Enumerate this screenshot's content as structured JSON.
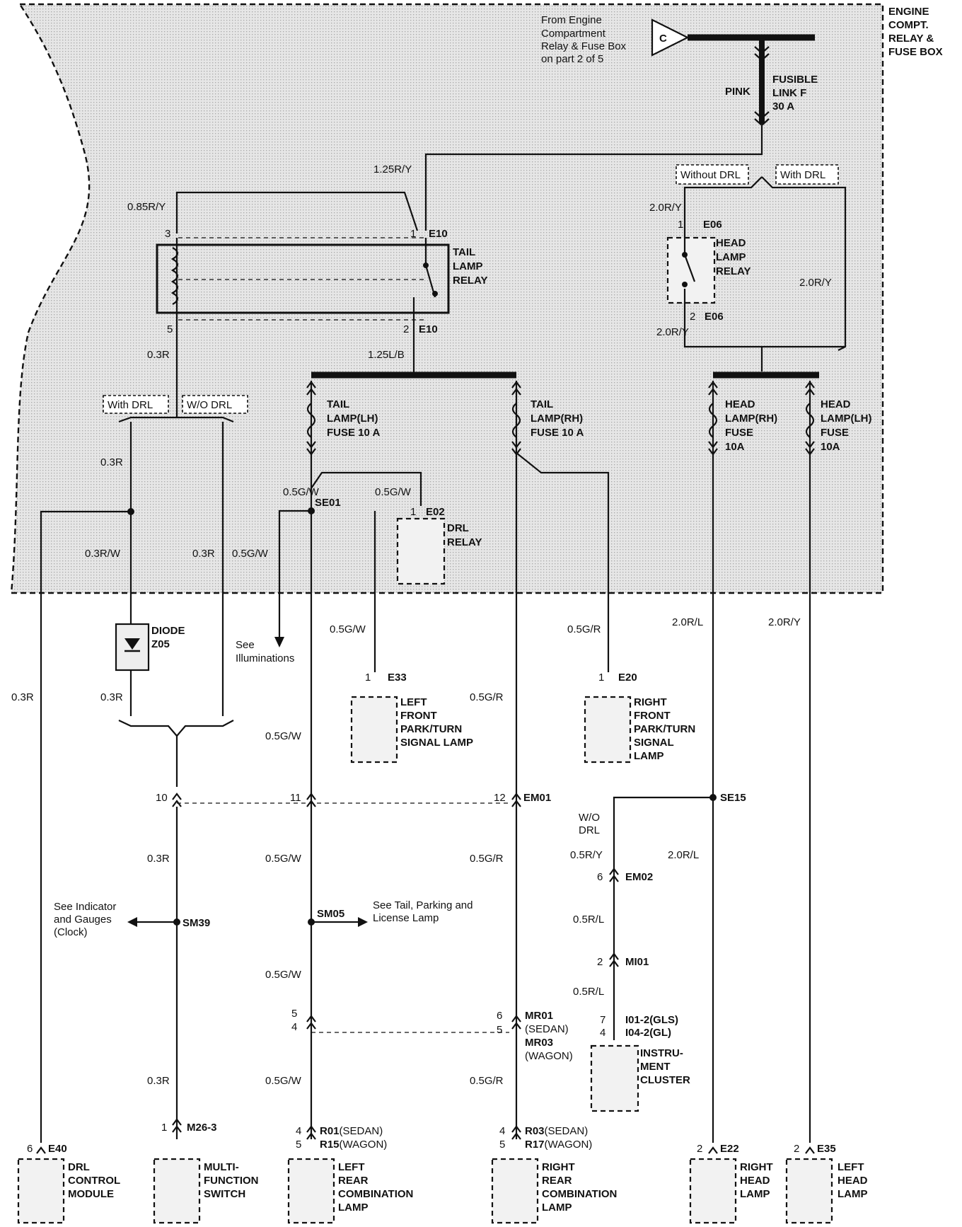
{
  "source": {
    "text": "From Engine Compartment Relay & Fuse Box on part 2 of 5",
    "lines": [
      "From Engine",
      "Compartment",
      "Relay & Fuse Box",
      "on part 2 of 5"
    ],
    "connector": "C"
  },
  "box_title": [
    "ENGINE",
    "COMPT.",
    "RELAY &",
    "FUSE BOX"
  ],
  "fusible_link": {
    "lines": [
      "FUSIBLE",
      "LINK F",
      "30 A"
    ],
    "wire": "PINK"
  },
  "options": {
    "without_drl": "Without DRL",
    "with_drl": "With DRL",
    "with_drl_short": "With DRL",
    "wo_drl": "W/O DRL",
    "wo_drl_stack": [
      "W/O",
      "DRL"
    ]
  },
  "relays": {
    "tail": [
      "TAIL",
      "LAMP",
      "RELAY"
    ],
    "head": [
      "HEAD",
      "LAMP",
      "RELAY"
    ],
    "drl": [
      "DRL",
      "RELAY"
    ]
  },
  "fuses": {
    "tail_lh": [
      "TAIL",
      "LAMP(LH)",
      "FUSE 10 A"
    ],
    "tail_rh": [
      "TAIL",
      "LAMP(RH)",
      "FUSE 10 A"
    ],
    "head_rh": [
      "HEAD",
      "LAMP(RH)",
      "FUSE",
      "10A"
    ],
    "head_lh": [
      "HEAD",
      "LAMP(LH)",
      "FUSE",
      "10A"
    ]
  },
  "diode": [
    "DIODE",
    "Z05"
  ],
  "wires": {
    "w125ry": "1.25R/Y",
    "w085ry": "0.85R/Y",
    "w20ry": "2.0R/Y",
    "w03r": "0.3R",
    "w125lb": "1.25L/B",
    "w05gw": "0.5G/W",
    "w03rw": "0.3R/W",
    "w05gr": "0.5G/R",
    "w20rl": "2.0R/L",
    "w05ry": "0.5R/Y",
    "w05rl": "0.5R/L"
  },
  "connectors": {
    "e10": "E10",
    "e06": "E06",
    "e02": "E02",
    "e33": "E33",
    "e20": "E20",
    "se01": "SE01",
    "se15": "SE15",
    "em01": "EM01",
    "em02": "EM02",
    "mi01": "MI01",
    "sm39": "SM39",
    "sm05": "SM05",
    "m26": "M26-3",
    "e40": "E40",
    "e22": "E22",
    "e35": "E35",
    "mr01": "MR01",
    "mr01_note": "(SEDAN)",
    "mr03": "MR03",
    "mr03_note": "(WAGON)",
    "r01": "R01",
    "r01_note": "(SEDAN)",
    "r15": "R15",
    "r15_note": "(WAGON)",
    "r03": "R03",
    "r03_note": "(SEDAN)",
    "r17": "R17",
    "r17_note": "(WAGON)",
    "i01": "I01-2(GLS)",
    "i04": "I04-2(GL)"
  },
  "pins": {
    "p1": "1",
    "p2": "2",
    "p3": "3",
    "p4": "4",
    "p5": "5",
    "p6": "6",
    "p7": "7",
    "p10": "10",
    "p11": "11",
    "p12": "12"
  },
  "refs": {
    "illum": [
      "See",
      "Illuminations"
    ],
    "indicator": [
      "See Indicator",
      "and Gauges",
      "(Clock)"
    ],
    "tail": [
      "See Tail, Parking and",
      "License Lamp"
    ]
  },
  "components": {
    "drl_module": [
      "DRL",
      "CONTROL",
      "MODULE"
    ],
    "mfs": [
      "MULTI-",
      "FUNCTION",
      "SWITCH"
    ],
    "lrcl": [
      "LEFT",
      "REAR",
      "COMBINATION",
      "LAMP"
    ],
    "rrcl": [
      "RIGHT",
      "REAR",
      "COMBINATION",
      "LAMP"
    ],
    "rhl": [
      "RIGHT",
      "HEAD",
      "LAMP"
    ],
    "lhl": [
      "LEFT",
      "HEAD",
      "LAMP"
    ],
    "lfp": [
      "LEFT",
      "FRONT",
      "PARK/TURN",
      "SIGNAL LAMP"
    ],
    "rfp": [
      "RIGHT",
      "FRONT",
      "PARK/TURN",
      "SIGNAL",
      "LAMP"
    ],
    "cluster": [
      "INSTRU-",
      "MENT",
      "CLUSTER"
    ]
  }
}
